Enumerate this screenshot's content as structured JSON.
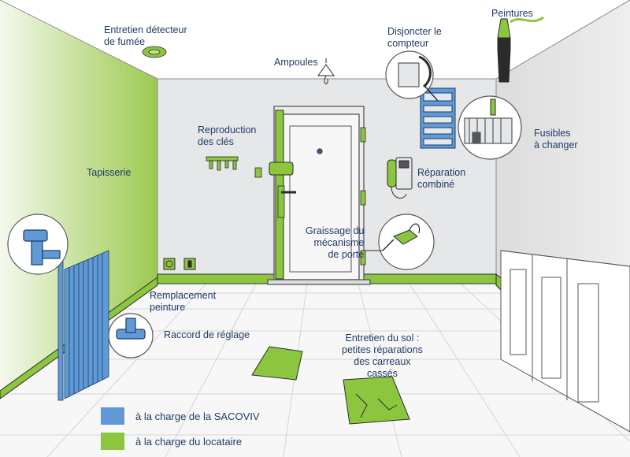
{
  "colors": {
    "sacoviv": "#5f9ad6",
    "locataire": "#8cc63f",
    "text": "#1f3c66",
    "wall": "#e6e7e8",
    "line": "#55565a"
  },
  "labels": {
    "detecteur": [
      "Entretien détecteur",
      "de fumée"
    ],
    "ampoules": [
      "Ampoules"
    ],
    "disjoncter": [
      "Disjoncter le",
      "compteur"
    ],
    "peintures": [
      "Peintures"
    ],
    "cles": [
      "Reproduction",
      "des clés"
    ],
    "tapisserie": [
      "Tapisserie"
    ],
    "fusibles": [
      "Fusibles",
      "à changer"
    ],
    "combine": [
      "Réparation",
      "combiné"
    ],
    "graissage": [
      "Graissage du",
      "mécanisme",
      "de porte"
    ],
    "remplacement": [
      "Remplacement",
      "peinture"
    ],
    "raccord": [
      "Raccord de réglage"
    ],
    "sol": [
      "Entretien du sol :",
      "petites réparations",
      "des carreaux",
      "cassés"
    ]
  },
  "legend": [
    {
      "label": "à la charge de la SACOVIV",
      "color": "#5f9ad6",
      "icon": "blue-swatch"
    },
    {
      "label": "à la charge du locataire",
      "color": "#8cc63f",
      "icon": "green-swatch"
    }
  ]
}
